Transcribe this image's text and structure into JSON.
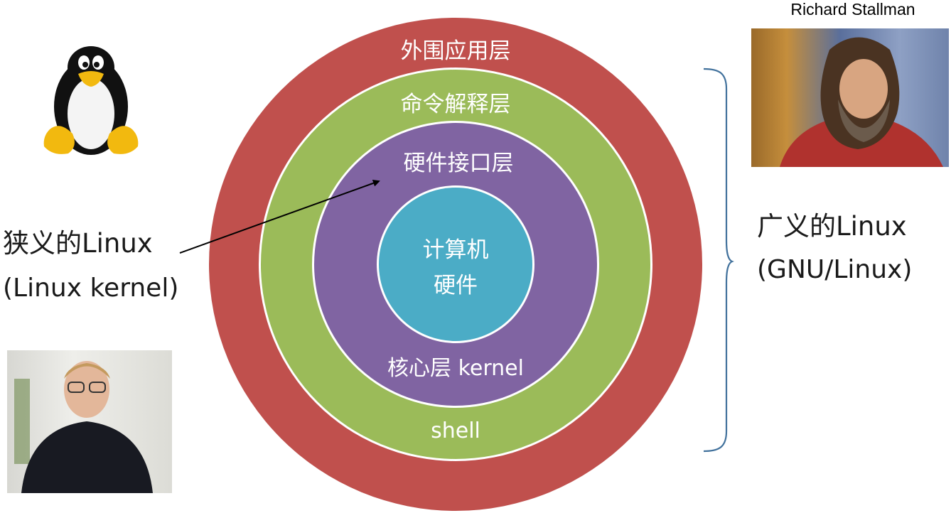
{
  "diagram": {
    "rings": [
      {
        "id": "outer",
        "label": "外围应用层",
        "bottom_label": "",
        "color": "#c0504d"
      },
      {
        "id": "shell",
        "label": "命令解释层",
        "bottom_label": "shell",
        "color": "#9bbb59"
      },
      {
        "id": "kernel",
        "label": "硬件接口层",
        "bottom_label": "核心层 kernel",
        "color": "#8064a2"
      },
      {
        "id": "hardware",
        "label_line1": "计算机",
        "label_line2": "硬件",
        "color": "#4bacc6"
      }
    ],
    "separator_color": "#ffffff"
  },
  "left": {
    "narrow_title": "狭义的Linux",
    "narrow_subtitle": "(Linux kernel)"
  },
  "right": {
    "broad_title": "广义的Linux",
    "broad_subtitle": "(GNU/Linux)",
    "photo_caption": "Richard Stallman"
  },
  "icons": {
    "penguin": "tux-penguin-icon",
    "bracket": "right-curly-brace"
  },
  "colors": {
    "bracket": "#41719c",
    "arrow": "#000000"
  }
}
